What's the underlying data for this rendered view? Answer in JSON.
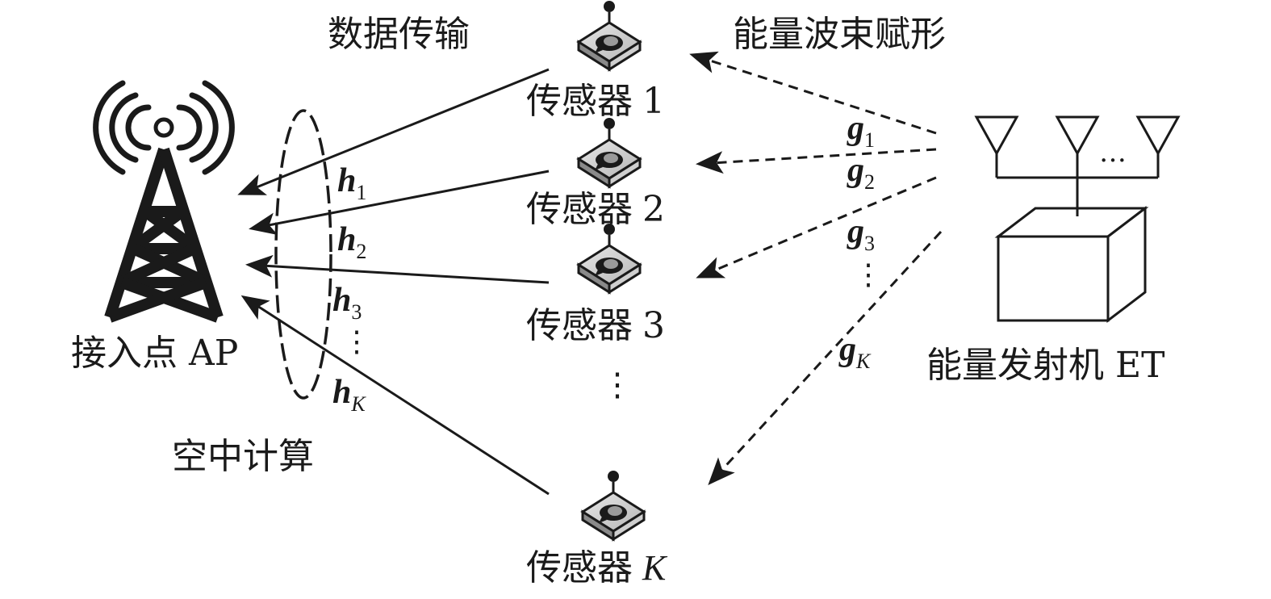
{
  "labels": {
    "data_transmission": "数据传输",
    "energy_beamforming": "能量波束赋形",
    "over_the_air_computation": "空中计算",
    "ap_label": "接入点 AP",
    "et_label": "能量发射机 ET",
    "sensor_prefix": "传感器",
    "sensor1_index": "1",
    "sensor2_index": "2",
    "sensor3_index": "3",
    "sensorK_index": "K",
    "antenna_dots": "…",
    "vertical_dots": "⋮"
  },
  "channels": {
    "h_symbol": "h",
    "g_symbol": "g",
    "h_subs": [
      "1",
      "2",
      "3",
      "K"
    ],
    "g_subs": [
      "1",
      "2",
      "3",
      "K"
    ]
  },
  "icons": {
    "tower": "radio-tower-icon",
    "sensor": "sensor-node-icon",
    "transmitter": "energy-transmitter-box"
  }
}
